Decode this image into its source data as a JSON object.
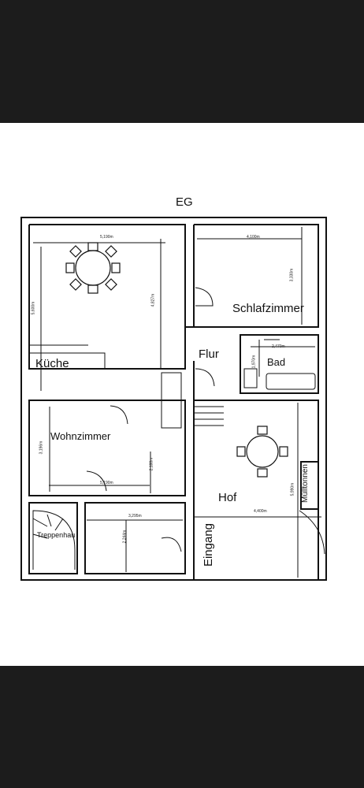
{
  "title": "EG",
  "rooms": {
    "kueche": "Küche",
    "schlafzimmer": "Schlafzimmer",
    "flur": "Flur",
    "bad": "Bad",
    "wohnzimmer": "Wohnzimmer",
    "hof": "Hof",
    "muelltonnen": "Mülltonnen",
    "treppenhaus": "Treppenhau",
    "eingang": "Eingang"
  },
  "dimensions": {
    "kueche_width": "5,190m",
    "kueche_height": "5,600m",
    "kueche_inner": "4,827m",
    "schlaf_width": "4,100m",
    "schlaf_height": "3,330m",
    "bad_width": "2,470m",
    "bad_height": "1,970m",
    "wohn_height": "3,196m",
    "wohn_inner": "2,188m",
    "wohn_width": "5,190m",
    "hof_width": "4,400m",
    "hof_height": "5,990m",
    "treppe_width": "3,295m",
    "treppe_height": "2,244m"
  },
  "colors": {
    "line": "#111111",
    "background": "#ffffff",
    "bars": "#1c1c1c"
  }
}
